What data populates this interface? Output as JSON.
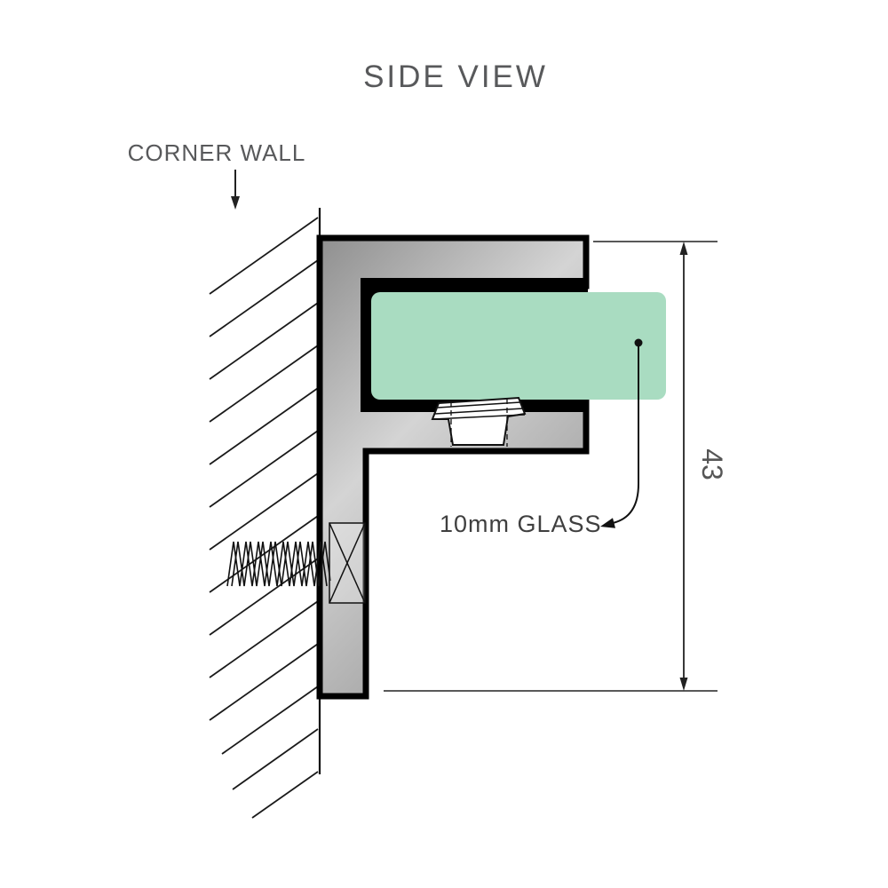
{
  "title": "SIDE VIEW",
  "diagram": {
    "wall_label": "CORNER WALL",
    "glass_label": "10mm GLASS",
    "dimension_label": "43"
  },
  "colors": {
    "glass": "#a9dcc1",
    "metal_light": "#d4d4d4",
    "metal_dark": "#8f8f8f",
    "line": "#000000",
    "text": "#58595b"
  }
}
